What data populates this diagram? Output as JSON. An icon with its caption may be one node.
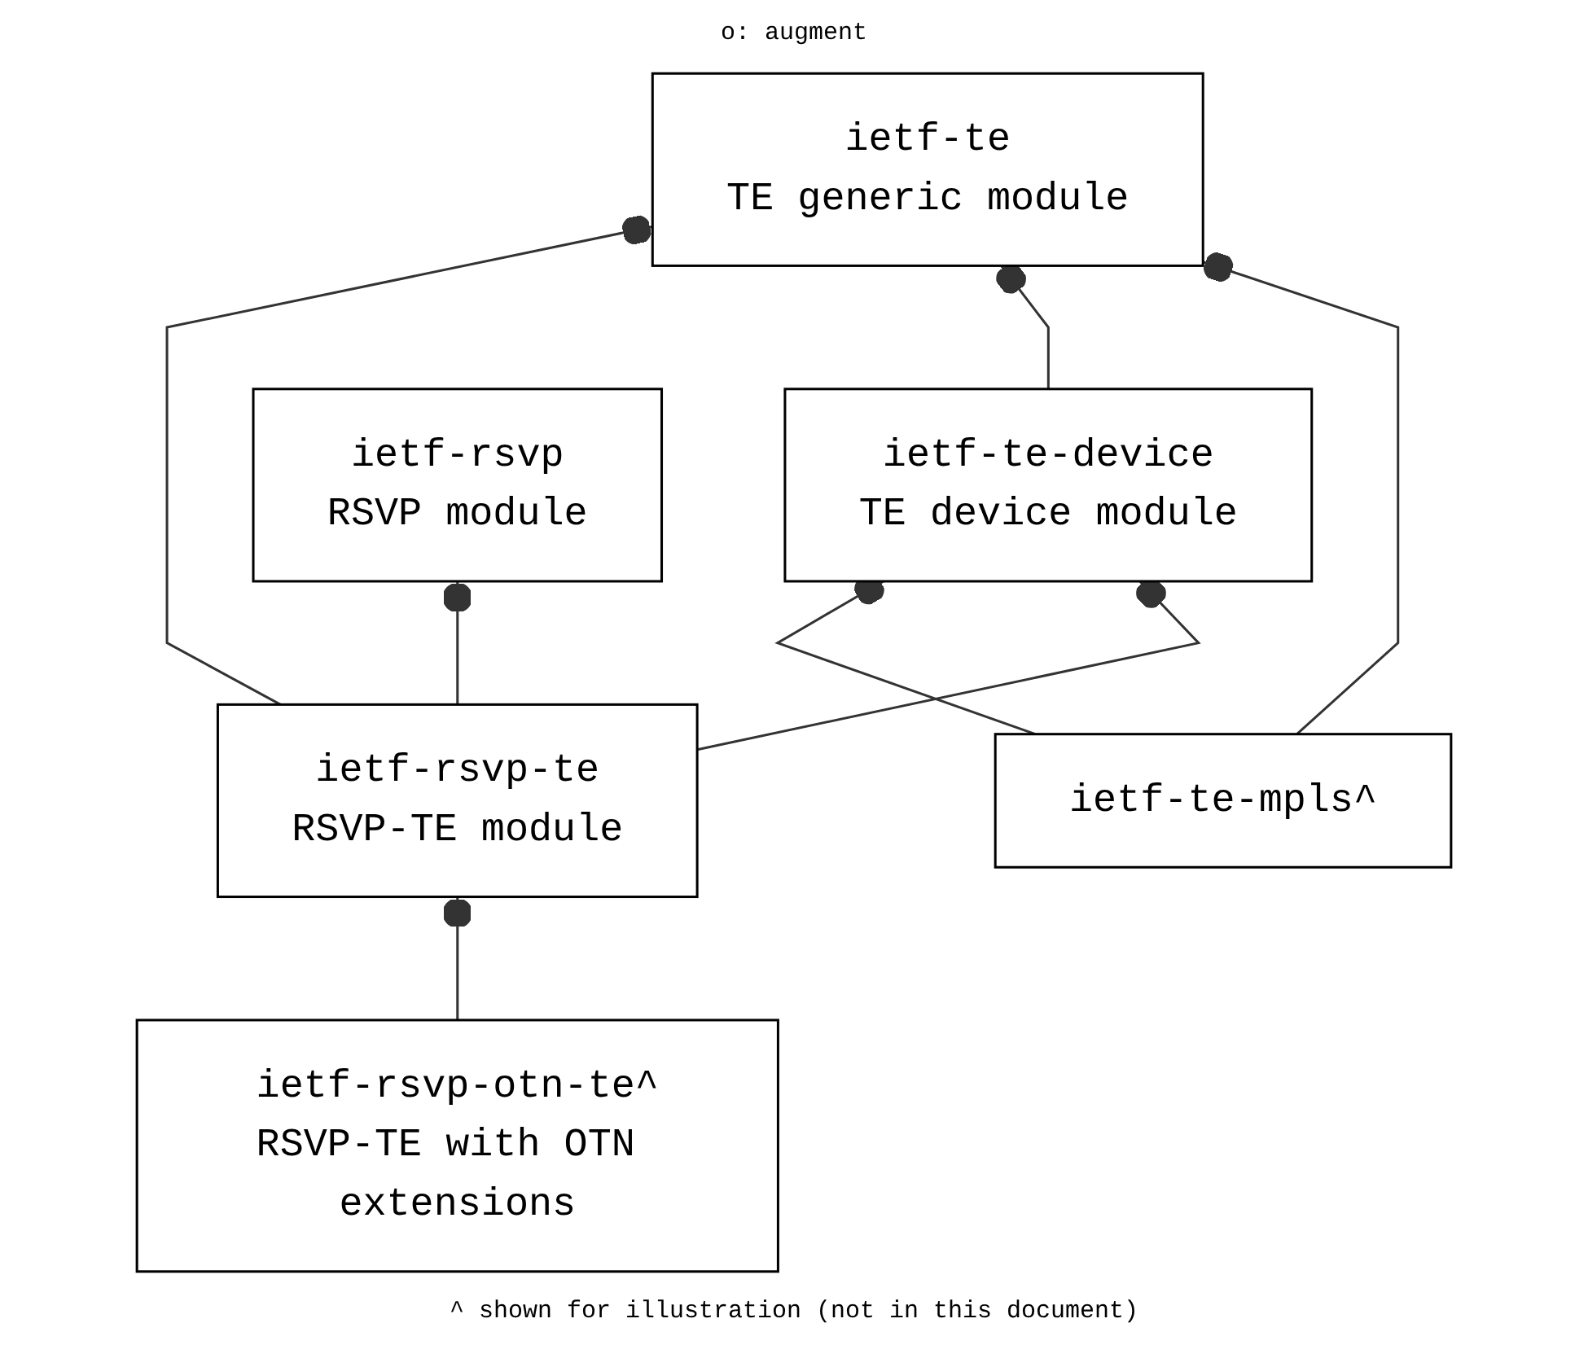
{
  "diagram": {
    "nodes": [
      {
        "text": [
          "ietf-te",
          "TE generic module"
        ]
      },
      {
        "text": [
          "ietf-te-device",
          "TE device module"
        ]
      },
      {
        "text": [
          "ietf-rsvp-te",
          "RSVP-TE module"
        ]
      },
      {
        "text": [
          "ietf-te-mpls^"
        ]
      },
      {
        "text": [
          "ietf-rsvp",
          "RSVP module"
        ]
      },
      {
        "text": [
          "ietf-rsvp-otn-te^",
          "RSVP-TE with OTN extensions"
        ]
      }
    ],
    "edges": [
      {
        "from": 3,
        "to": 0,
        "arrow": "other"
      },
      {
        "from": 1,
        "to": 0,
        "arrow": "other"
      },
      {
        "from": 2,
        "to": 0,
        "arrow": "other"
      },
      {
        "from": 2,
        "to": 1,
        "arrow": "other"
      },
      {
        "from": 3,
        "to": 1,
        "arrow": "other"
      },
      {
        "from": 2,
        "to": 4,
        "arrow": "other"
      },
      {
        "from": 5,
        "to": 2,
        "arrow": "other"
      }
    ],
    "labels": [
      "o: augment",
      "^ shown for illustration (not in this document)"
    ]
  }
}
